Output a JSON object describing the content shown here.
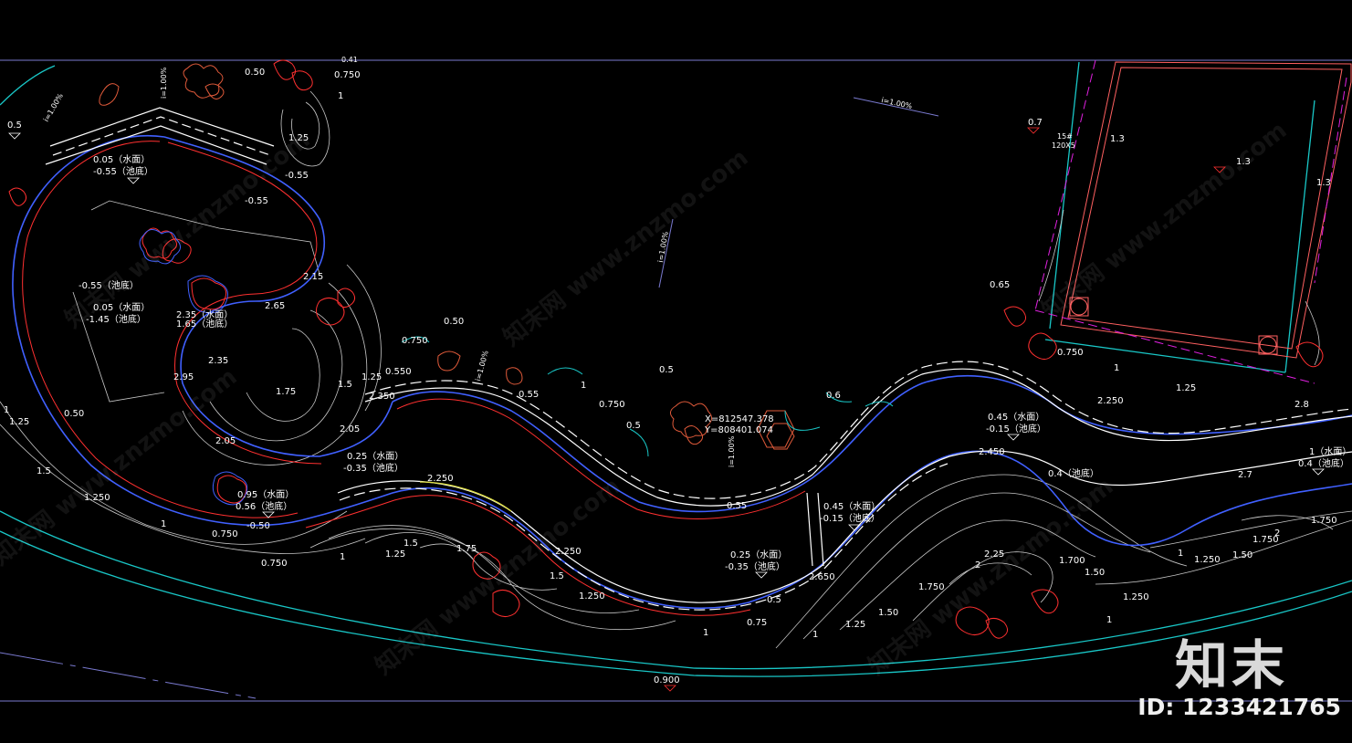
{
  "colors": {
    "background": "#000000",
    "frame_line": "#7a7ad0",
    "edge_cyan": "#19c7c7",
    "contour_white": "#c8c8c8",
    "rock_red": "#ff3030",
    "rock_blue": "#4060ff",
    "path_white": "#ffffff",
    "label_white": "#ffffff",
    "magenta_dash": "#e020e0",
    "light_red": "#ff6060",
    "yellow": "#e0e040"
  },
  "labels": {
    "l_050_top": "0.50",
    "l_0750_top": "0.750",
    "l_1_top": "1",
    "l_125_top": "1.25",
    "l_05_left": "0.5",
    "l_005_a": "0.05（水面）",
    "l_m055_a": "-0.55（池底）",
    "l_m055_b": "-0.55",
    "l_m055_c": "-0.55",
    "l_005_b": "0.05（水面）",
    "l_m145": "-1.45（池底）",
    "l_235": "2.35（水面）",
    "l_165": "1.65（池底）",
    "l_235_b": "2.35",
    "l_265": "2.65",
    "l_215": "2.15",
    "l_295": "2.95",
    "l_175": "1.75",
    "l_15": "1.5",
    "l_125_mid": "1.25",
    "l_0550": "0.550",
    "l_235_c": "2.350",
    "l_0750_mid": "0.750",
    "l_050_mid": "0.50",
    "l_1_left": "1",
    "l_125_left": "1.25",
    "l_050_left": "0.50",
    "l_15_left": "1.5",
    "l_205": "2.05",
    "l_205_b": "2.05",
    "l_025_a": "0.25（水面）",
    "l_m035_a": "-0.35（池底）",
    "l_095": "0.95（水面）",
    "l_056": "0.56（池底）",
    "l_1250_left": "1.250",
    "l_0750_low": "0.750",
    "l_m050": "-0.50",
    "l_1_low": "1",
    "l_0750_bot": "0.750",
    "l_2250": "2.250",
    "l_1_b": "1",
    "l_125_b": "1.25",
    "l_15_b": "1.5",
    "l_175_b": "1.75",
    "l_2250_b": "2.250",
    "l_15_c": "1.5",
    "l_1250_b": "1.250",
    "l_055": "0.55",
    "l_1_c": "1",
    "l_0750_c": "0.750",
    "l_05_c": "0.5",
    "l_05_d": "0.5",
    "coord_x": "X=812547.378",
    "coord_y": "Y=808401.074",
    "l_06": "0.6",
    "l_055_b": "0.55",
    "l_025_b": "0.25（水面）",
    "l_m035_b": "-0.35（池底）",
    "l_045_a": "0.45（水面）",
    "l_m015": "-0.15（池底）",
    "l_045_b": "0.45（水面）",
    "l_m015_b": "-0.15（池底）",
    "l_2650": "2.650",
    "l_05_e": "0.5",
    "l_075_e": "0.75",
    "l_1_e": "1",
    "l_2450": "2.450",
    "l_225": "2.25",
    "l_2_a": "2",
    "l_1700": "1.700",
    "l_150_a": "1.50",
    "l_1750_a": "1.750",
    "l_150_b": "1.50",
    "l_125_e": "1.25",
    "l_1_f": "1",
    "l_1250_e": "1.250",
    "l_1_g": "1",
    "l_0900": "0.900",
    "l_065": "0.65",
    "l_0750_r": "0.750",
    "l_1_r": "1",
    "l_2250_r": "2.250",
    "l_125_r": "1.25",
    "l_28": "2.8",
    "l_1w": "1（水面）",
    "l_04": "0.4（池底）",
    "l_04b": "0.4（池底）",
    "l_27": "2.7",
    "l_1750_r": "1.750",
    "l_1750_r2": "1.750",
    "l_2_r": "2",
    "l_150_r": "1.50",
    "l_1250_r": "1.250",
    "l_1_r2": "1",
    "l_07": "0.7",
    "l_13_a": "1.3",
    "l_13_b": "1.3",
    "l_13_c": "1.3",
    "l_slope_a": "i=1.00%",
    "l_slope_b": "i=1.00%",
    "l_slope_c": "i=1.00%",
    "l_slope_d": "i=1.00%",
    "l_slope_e": "i=1.00%",
    "l_slope_f": "i=1.00%",
    "l_stair_a": "15#",
    "l_stair_b": "120X5",
    "l_041": "0.41"
  },
  "watermark": {
    "text": "知末网 www.znzmo.com"
  },
  "brand": {
    "logo": "知末",
    "id": "ID: 1233421765"
  }
}
